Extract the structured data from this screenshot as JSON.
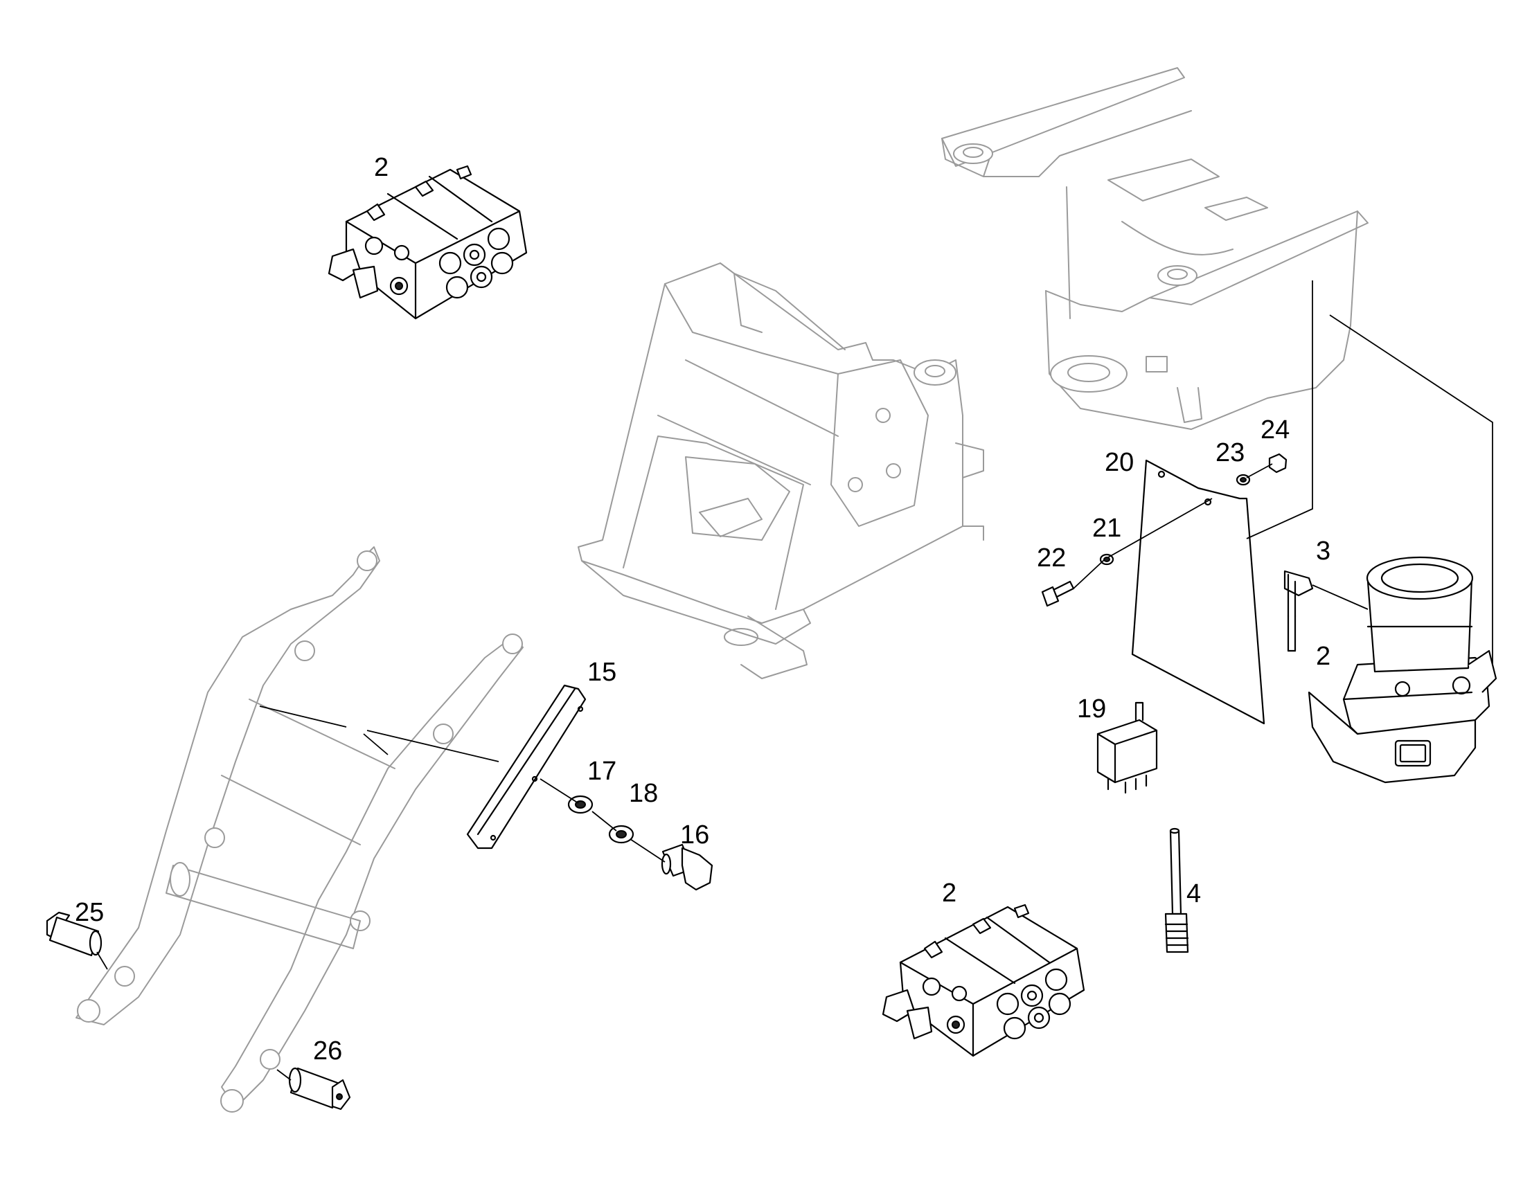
{
  "diagram": {
    "callouts": [
      {
        "id": "c2a",
        "label": "2"
      },
      {
        "id": "c2b",
        "label": "2"
      },
      {
        "id": "c2c",
        "label": "2"
      },
      {
        "id": "c3",
        "label": "3"
      },
      {
        "id": "c4",
        "label": "4"
      },
      {
        "id": "c15",
        "label": "15"
      },
      {
        "id": "c16",
        "label": "16"
      },
      {
        "id": "c17",
        "label": "17"
      },
      {
        "id": "c18",
        "label": "18"
      },
      {
        "id": "c19",
        "label": "19"
      },
      {
        "id": "c20",
        "label": "20"
      },
      {
        "id": "c21",
        "label": "21"
      },
      {
        "id": "c22",
        "label": "22"
      },
      {
        "id": "c23",
        "label": "23"
      },
      {
        "id": "c24",
        "label": "24"
      },
      {
        "id": "c25",
        "label": "25"
      },
      {
        "id": "c26",
        "label": "26"
      }
    ]
  }
}
